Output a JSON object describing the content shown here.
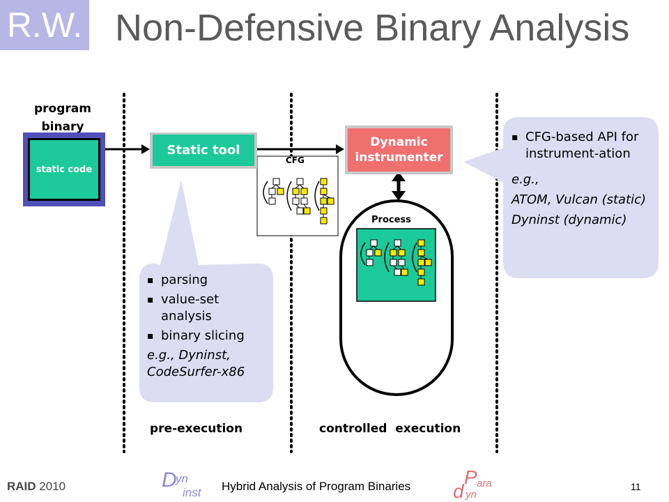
{
  "header": {
    "badge": "R.W.",
    "title": "Non-Defensive Binary Analysis"
  },
  "diagram": {
    "program_binary_label_line1": "program",
    "program_binary_label_line2": "binary",
    "static_code_label": "static code",
    "static_tool_label": "Static tool",
    "cfg_label": "CFG",
    "dynamic_instrumenter_line1": "Dynamic",
    "dynamic_instrumenter_line2": "instrumenter",
    "process_label": "Process",
    "static_bubble": {
      "items": [
        "parsing",
        "value-set analysis",
        "binary slicing"
      ],
      "example": "e.g., Dyninst, CodeSurfer-x86"
    },
    "dynamic_bubble": {
      "items": [
        "CFG-based API for instrument-ation"
      ],
      "example_line1": "e.g.,",
      "example_line2": "ATOM, Vulcan (static)",
      "example_line3": "Dyninst (dynamic)"
    },
    "phase_pre": "pre-execution",
    "phase_controlled": "controlled  execution",
    "colors": {
      "green": "#1cc99a",
      "blue_frame": "#5050b8",
      "red": "#f07070",
      "bubble": "#dcdcf3",
      "node_yellow": "#ffeb00"
    }
  },
  "footer": {
    "conference_bold": "RAID",
    "conference_year": " 2010",
    "center_text": "Hybrid Analysis of Program Binaries",
    "page_number": "11",
    "logo_left": "Dyninst",
    "logo_right": "Paradyn"
  }
}
